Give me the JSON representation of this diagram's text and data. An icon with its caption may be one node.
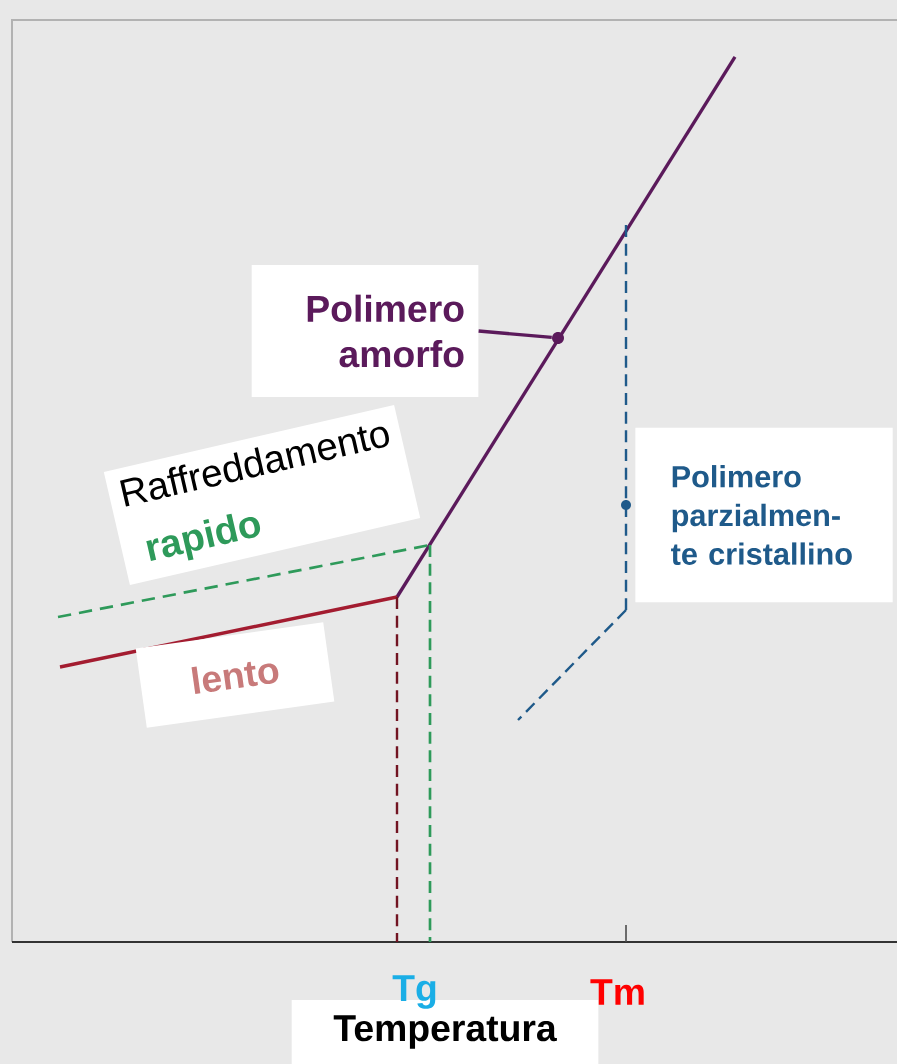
{
  "diagram": {
    "nodes": [
      {
        "text": [
          "Polimero amorfo"
        ]
      },
      {
        "text": [],
        "shape": "circle"
      },
      {
        "text": [
          "Polimero parzialmen-te cristallino"
        ]
      },
      {
        "text": [
          "Raffreddamento",
          "rapido"
        ]
      },
      {
        "text": [
          "lento"
        ]
      },
      {
        "text": [
          "Temperatura"
        ]
      }
    ],
    "edges": [
      {
        "from": 0,
        "to": 1,
        "arrow": "none"
      }
    ],
    "labels": [
      "Tg",
      "Tm"
    ]
  }
}
